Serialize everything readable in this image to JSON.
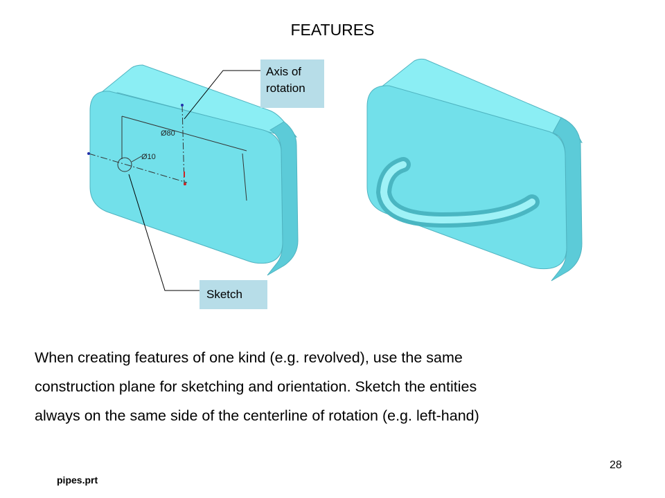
{
  "title": "FEATURES",
  "callouts": {
    "axis_line1": "Axis of",
    "axis_line2": "rotation",
    "sketch": "Sketch"
  },
  "dimensions": {
    "outer": "Ø80",
    "inner": "Ø10"
  },
  "body_lines": [
    "When creating features of one kind (e.g. revolved), use the same",
    "construction plane for sketching and orientation.  Sketch the entities",
    "always on the same side of the centerline of rotation (e.g. left-hand)"
  ],
  "page_number": "28",
  "file_name": "pipes.prt",
  "colors": {
    "part_front": "#72e0ea",
    "part_side": "#5ccbd8",
    "part_top": "#8beef4",
    "callout_bg": "#b7dde8"
  }
}
